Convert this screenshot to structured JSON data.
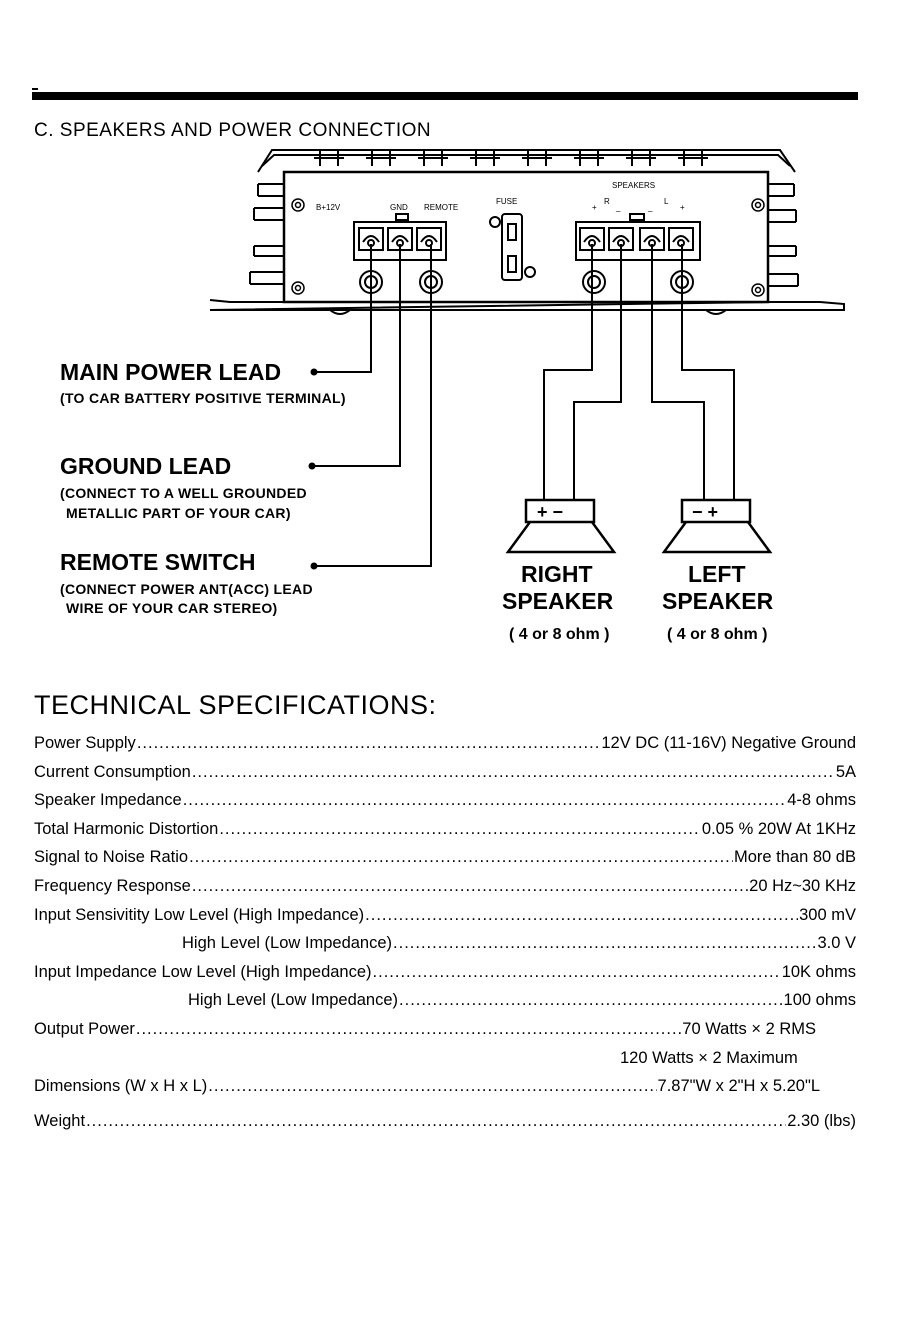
{
  "section": {
    "title": "C. SPEAKERS AND POWER CONNECTION"
  },
  "amp": {
    "terminal_labels": [
      "B+12V",
      "GND",
      "REMOTE"
    ],
    "fuse_label": "FUSE",
    "speakers_label": "SPEAKERS",
    "speaker_pol_r": "R",
    "speaker_pol_l": "L",
    "plus": "+",
    "minus": "_"
  },
  "leads": {
    "main_power": {
      "title": "MAIN POWER LEAD",
      "note": "(TO CAR BATTERY POSITIVE TERMINAL)"
    },
    "ground": {
      "title": "GROUND LEAD",
      "note_1": "(CONNECT TO A WELL GROUNDED",
      "note_2": "METALLIC PART OF YOUR CAR)"
    },
    "remote": {
      "title": "REMOTE SWITCH",
      "note_1": "(CONNECT POWER ANT(ACC) LEAD",
      "note_2": "WIRE OF YOUR CAR STEREO)"
    }
  },
  "speakers": {
    "right": {
      "line1": "RIGHT",
      "line2": "SPEAKER",
      "ohm": "( 4 or 8 ohm )",
      "pol": "+ −"
    },
    "left": {
      "line1": "LEFT",
      "line2": "SPEAKER",
      "ohm": "( 4 or 8 ohm )",
      "pol": "− +"
    }
  },
  "tech": {
    "title": "TECHNICAL SPECIFICATIONS:",
    "specs": [
      {
        "label": "Power Supply",
        "value": "12V DC (11-16V) Negative Ground"
      },
      {
        "label": "Current Consumption",
        "value": "5A"
      },
      {
        "label": "Speaker Impedance",
        "value": "4-8 ohms"
      },
      {
        "label": "Total Harmonic Distortion",
        "value": "0.05 % 20W At 1KHz"
      },
      {
        "label": "Signal to Noise Ratio",
        "value": "More than 80 dB"
      },
      {
        "label": "Frequency Response",
        "value": "20 Hz~30 KHz"
      },
      {
        "label": "Input Sensivitity Low Level (High Impedance)",
        "value": "300 mV"
      },
      {
        "label": "High Level (Low Impedance)",
        "value": "3.0 V"
      },
      {
        "label": "Input Impedance Low Level (High Impedance)",
        "value": "10K ohms"
      },
      {
        "label": "High Level (Low Impedance)",
        "value": "100 ohms"
      },
      {
        "label": "Output Power",
        "value": "70 Watts × 2 RMS"
      },
      {
        "label": "",
        "value": "120 Watts × 2 Maximum"
      },
      {
        "label": "Dimensions (W x H x L)",
        "value": "7.87\"W x 2\"H x 5.20\"L"
      },
      {
        "label": "Weight",
        "value": "2.30 (lbs)"
      }
    ]
  }
}
